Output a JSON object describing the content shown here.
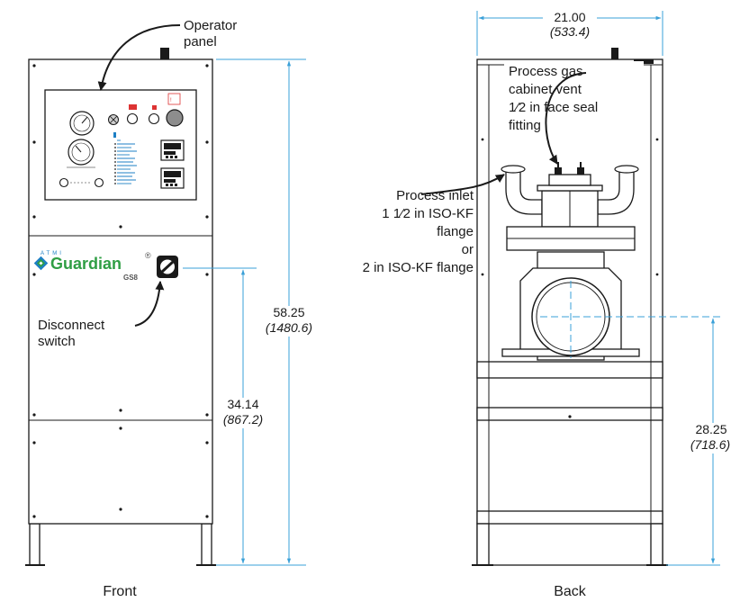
{
  "views": {
    "front": {
      "title": "Front"
    },
    "back": {
      "title": "Back"
    }
  },
  "brand": {
    "maker": "ATMI",
    "name": "Guardian",
    "registered": "®",
    "model": "GS8"
  },
  "callouts": {
    "operator_panel": [
      "Operator",
      "panel"
    ],
    "disconnect_switch": [
      "Disconnect",
      "switch"
    ],
    "process_gas_vent": [
      "Process gas",
      "cabinet vent",
      "1⁄2 in face seal",
      "fitting"
    ],
    "process_inlet": [
      "Process inlet",
      "1 1⁄2 in ISO-KF",
      "flange",
      "or",
      "2 in ISO-KF flange"
    ]
  },
  "dimensions": {
    "front_height": {
      "in": "58.25",
      "mm": "(1480.6)"
    },
    "front_switch_height": {
      "in": "34.14",
      "mm": "(867.2)"
    },
    "back_width": {
      "in": "21.00",
      "mm": "(533.4)"
    },
    "back_inlet_height": {
      "in": "28.25",
      "mm": "(718.6)"
    }
  },
  "colors": {
    "dimension_line": "#3aa0d8",
    "brand_blue": "#1d7fc4",
    "brand_green": "#2f9e44",
    "outline": "#1a1a1a"
  }
}
